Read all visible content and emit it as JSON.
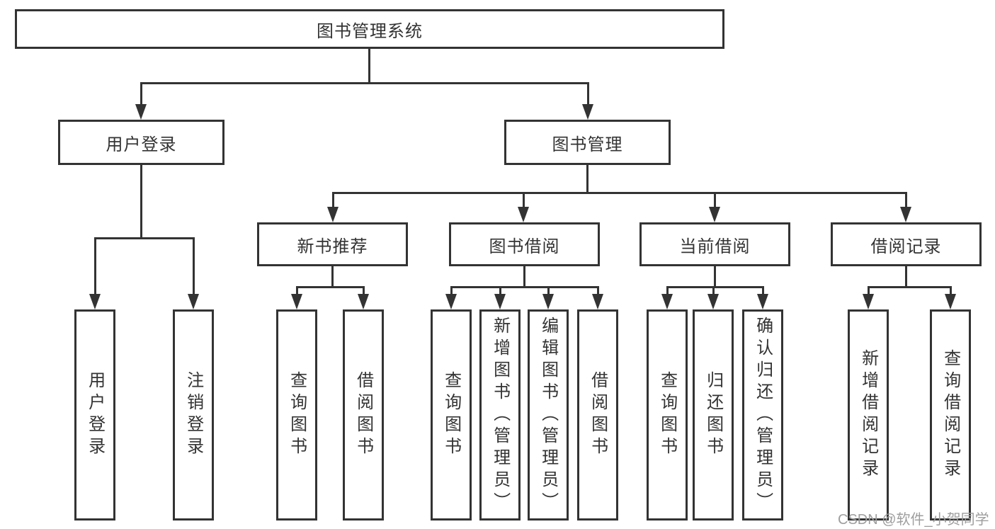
{
  "colors": {
    "line": "#333333",
    "node_border": "#333333",
    "node_background": "#ffffff",
    "text": "#333333",
    "watermark_text": "#9e9e9e",
    "background": "#ffffff"
  },
  "root": {
    "label": "图书管理系统"
  },
  "level1": {
    "user_login": {
      "label": "用户登录"
    },
    "book_management": {
      "label": "图书管理"
    }
  },
  "level2": {
    "new_book_recommendation": {
      "label": "新书推荐"
    },
    "book_borrowing": {
      "label": "图书借阅"
    },
    "current_borrowing": {
      "label": "当前借阅"
    },
    "borrowing_records": {
      "label": "借阅记录"
    }
  },
  "leaves": {
    "user_login": {
      "label": "用户登录"
    },
    "logout": {
      "label": "注销登录"
    },
    "recommend_query_books": {
      "label": "查询图书"
    },
    "recommend_borrow_books": {
      "label": "借阅图书"
    },
    "borrowing_query_books": {
      "label": "查询图书"
    },
    "borrowing_add_books": {
      "label": "新增图书（管理员）"
    },
    "borrowing_edit_books": {
      "label": "编辑图书（管理员）"
    },
    "borrowing_borrow_books": {
      "label": "借阅图书"
    },
    "current_query_books": {
      "label": "查询图书"
    },
    "current_return_books": {
      "label": "归还图书"
    },
    "current_confirm_return": {
      "label": "确认归还（管理员）"
    },
    "records_add_record": {
      "label": "新增借阅记录"
    },
    "records_query_record": {
      "label": "查询借阅记录"
    }
  },
  "watermark": {
    "text": "CSDN @软件_小贺同学"
  }
}
